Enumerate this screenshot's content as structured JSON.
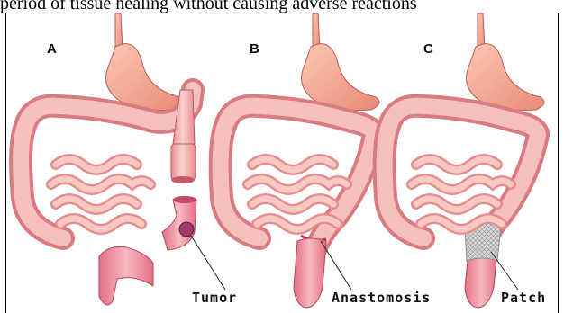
{
  "caption": "period of tissue healing without causing adverse reactions",
  "panels": [
    {
      "letter": "A",
      "label": "Tumor"
    },
    {
      "letter": "B",
      "label": "Anastomosis"
    },
    {
      "letter": "C",
      "label": "Patch"
    }
  ],
  "colors": {
    "tissue": "#f4b5b0",
    "tissue_dark": "#e07d80",
    "tissue_light": "#fbd9d3",
    "stomach": "#f5a98f",
    "tumor": "#c0407a",
    "patch": "#c8c8c8",
    "outline": "#b85c60"
  }
}
